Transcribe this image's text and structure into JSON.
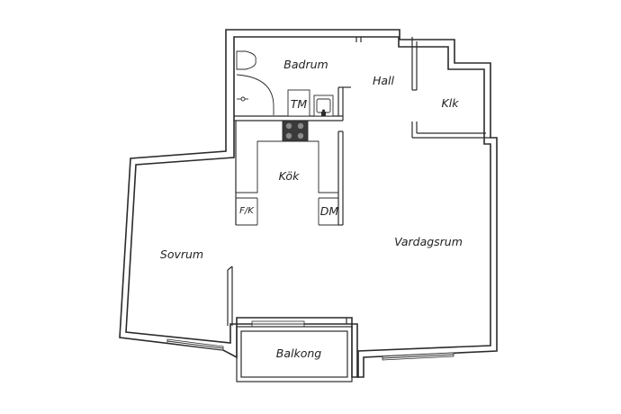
{
  "rooms": {
    "badrum": "Badrum",
    "hall": "Hall",
    "klk": "Klk",
    "tm": "TM",
    "kok": "Kök",
    "fk": "F/K",
    "dm": "DM",
    "sovrum": "Sovrum",
    "vardagsrum": "Vardagsrum",
    "balkong": "Balkong"
  },
  "colors": {
    "wall": "#2b2b2b",
    "background": "#ffffff",
    "stove": "#3a3a3a"
  }
}
